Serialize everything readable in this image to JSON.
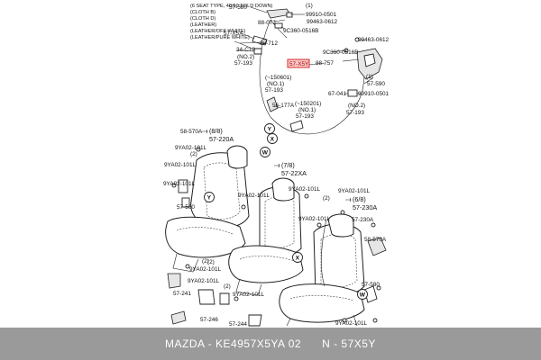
{
  "notes": [
    "(6 SEAT TYPE, 40/60 FOLD DOWN)",
    "(CLOTH B)",
    "(CLOTH D)",
    "(LEATHER)",
    "(LEATHER/OFF WHITE)",
    "(LEATHER/PURE WHITE)"
  ],
  "highlight": {
    "text": "57-X5Y",
    "color": "#d40000"
  },
  "labels": {
    "l57580a": "57-580",
    "qty1a": "(1)",
    "l99910": "99910-0501",
    "l99463a": "99463-0612",
    "l88072": "88-072",
    "l57x5x": "57-X5X",
    "l9c360a": "9C360-0516B",
    "l88712": "88-712",
    "l34c10": "34-C10",
    "l99463b": "99463-0612",
    "no2a": "(NO.2)",
    "l57193a": "57-193",
    "l9c360b": "9C360-0516B",
    "l88757": "88-757",
    "qty1b": "(1)",
    "l57590": "57-590",
    "noteno1": "(~150601)",
    "no1a": "(NO.1)",
    "l57193b": "57-193",
    "l67041": "67-041",
    "l99910b": "99910-0501",
    "l56177a": "56-177A",
    "noteno2": "(~150201)",
    "no1b": "(NO.1)",
    "l57193c": "57-193",
    "no2b": "(NO.2)",
    "l57193d": "57-193",
    "l9ya02a": "9YA02-101L",
    "qty2a": "(2)",
    "l58570a": "58-570A",
    "l9ya02b": "9YA02-101L",
    "l57560": "57-560",
    "qty2b": "(2)",
    "l9ya02c": "9YA02-101L",
    "l9ya02d": "9YA02-101L",
    "l57241": "57-241",
    "qty2c": "(2)",
    "l9ya02e": "9YA02-101L",
    "l57246": "57-246",
    "l57244": "57-244",
    "qty2d": "(2)",
    "l9ya02f": "9YA02-101L",
    "l9ya02g": "9YA02-101L",
    "l9ya02h": "9YA02-101L",
    "l9ya02i": "9YA02-101L",
    "l58570b": "58-570A",
    "l57580b": "57-580",
    "l9ya02j": "9YA02-101L",
    "l9ya02k": "9YA02-101L",
    "qty2e": "(2)",
    "l57230a": "57-230A"
  },
  "refs": {
    "s88": "(8/8)",
    "s88b": "57-220A",
    "s78": "(7/8)",
    "s78b": "57-22XA",
    "s68": "(6/8)",
    "s68b": "57-230A"
  },
  "circles": {
    "y1": "Y",
    "x1": "X",
    "w1": "W",
    "y2": "Y",
    "x2": "X",
    "w2": "W"
  },
  "caption": "MAZDA - KE4957X5YA 02      N - 57X5Y"
}
